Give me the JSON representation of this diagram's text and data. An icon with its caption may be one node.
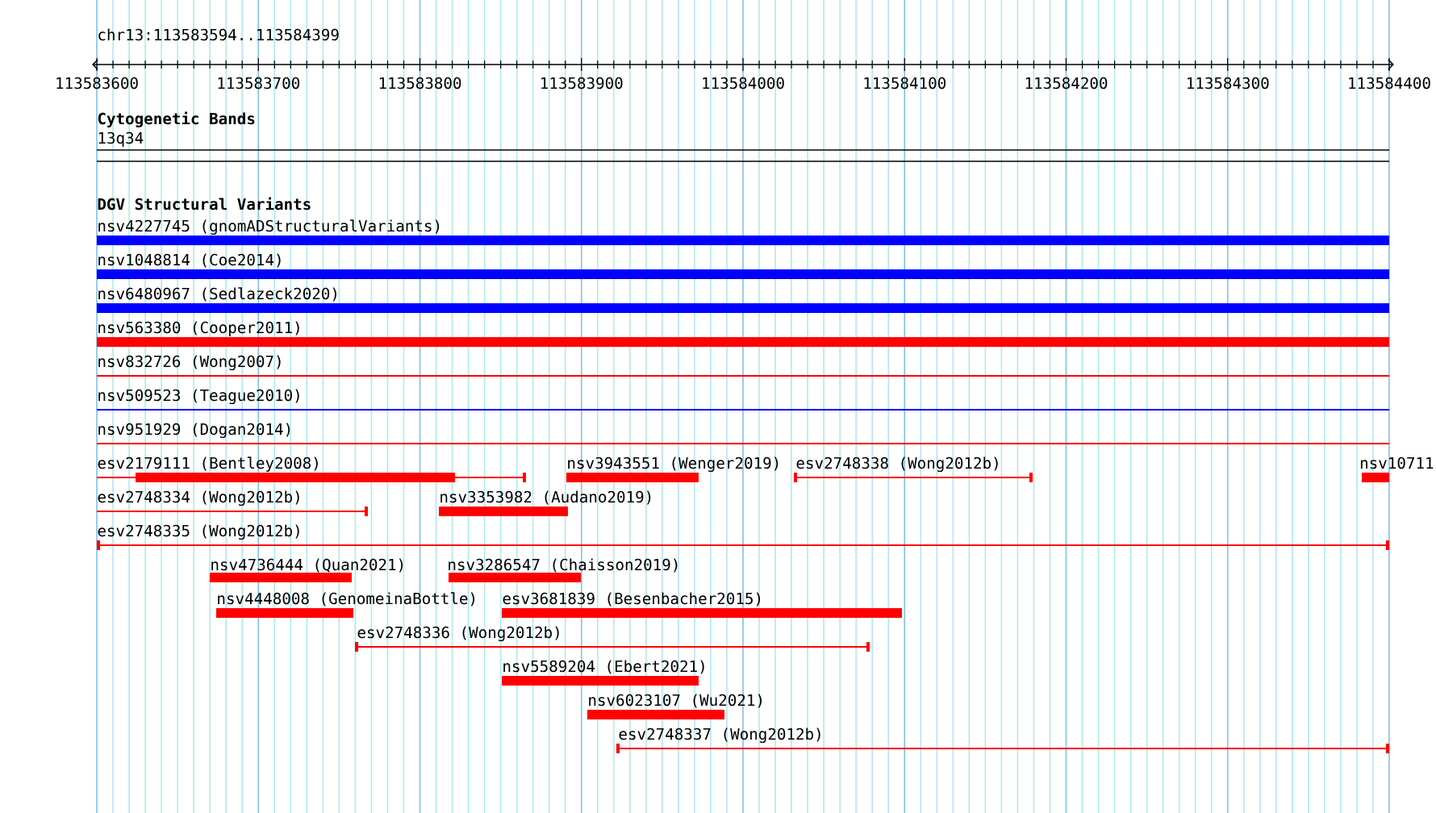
{
  "diagram": {
    "labels": [
      "chr13:113583594..113584399",
      "113583600",
      "113583700",
      "113583800",
      "113583900",
      "113584000",
      "113584100",
      "113584200",
      "113584300",
      "113584400",
      "Cytogenetic Bands",
      "13q34",
      "DGV Structural Variants",
      "nsv4227745 (gnomADStructuralVariants)",
      "nsv1048814 (Coe2014)",
      "nsv6480967 (Sedlazeck2020)",
      "nsv563380 (Cooper2011)",
      "nsv832726 (Wong2007)",
      "nsv509523 (Teague2010)",
      "nsv951929 (Dogan2014)",
      "esv2179111 (Bentley2008)",
      "nsv3943551 (Wenger2019)",
      "esv2748338 (Wong2012b)",
      "nsv10711",
      "esv2748334 (Wong2012b)",
      "nsv3353982 (Audano2019)",
      "esv2748335 (Wong2012b)",
      "nsv4736444 (Quan2021)",
      "nsv3286547 (Chaisson2019)",
      "nsv4448008 (GenomeinaBottle)",
      "esv3681839 (Besenbacher2015)",
      "esv2748336 (Wong2012b)",
      "nsv5589204 (Ebert2021)",
      "nsv6023107 (Wu2021)",
      "esv2748337 (Wong2012b)"
    ]
  }
}
